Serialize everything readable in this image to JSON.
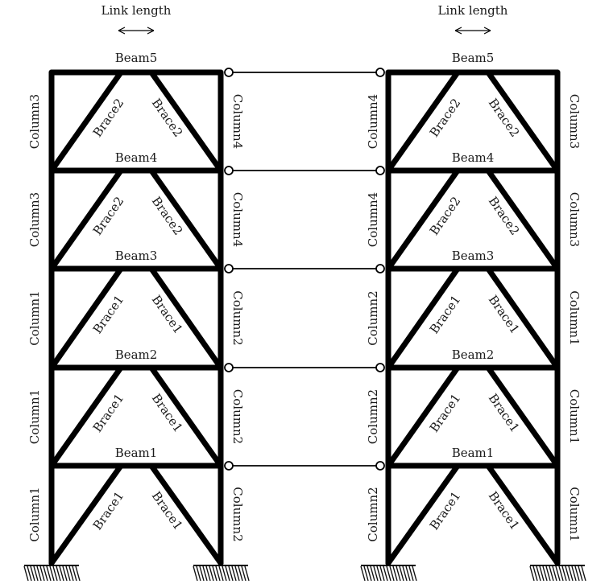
{
  "colors": {
    "member": "#000000",
    "label": "#1a1a1a",
    "background": "#ffffff"
  },
  "frames": [
    {
      "link_label": "Link length",
      "columns_left": [
        "Column3",
        "Column3",
        "Column1",
        "Column1",
        "Column1"
      ],
      "columns_right": [
        "Column4",
        "Column4",
        "Column2",
        "Column2",
        "Column2"
      ],
      "beams": [
        "Beam5",
        "Beam4",
        "Beam3",
        "Beam2",
        "Beam1"
      ],
      "braces_left": [
        "Brace2",
        "Brace2",
        "Brace1",
        "Brace1",
        "Brace1"
      ],
      "braces_right": [
        "Brace2",
        "Brace2",
        "Brace1",
        "Brace1",
        "Brace1"
      ]
    },
    {
      "link_label": "Link length",
      "columns_left": [
        "Column4",
        "Column4",
        "Column2",
        "Column2",
        "Column2"
      ],
      "columns_right": [
        "Column3",
        "Column3",
        "Column1",
        "Column1",
        "Column1"
      ],
      "beams": [
        "Beam5",
        "Beam4",
        "Beam3",
        "Beam2",
        "Beam1"
      ],
      "braces_left": [
        "Brace2",
        "Brace2",
        "Brace1",
        "Brace1",
        "Brace1"
      ],
      "braces_right": [
        "Brace2",
        "Brace2",
        "Brace1",
        "Brace1",
        "Brace1"
      ]
    }
  ]
}
